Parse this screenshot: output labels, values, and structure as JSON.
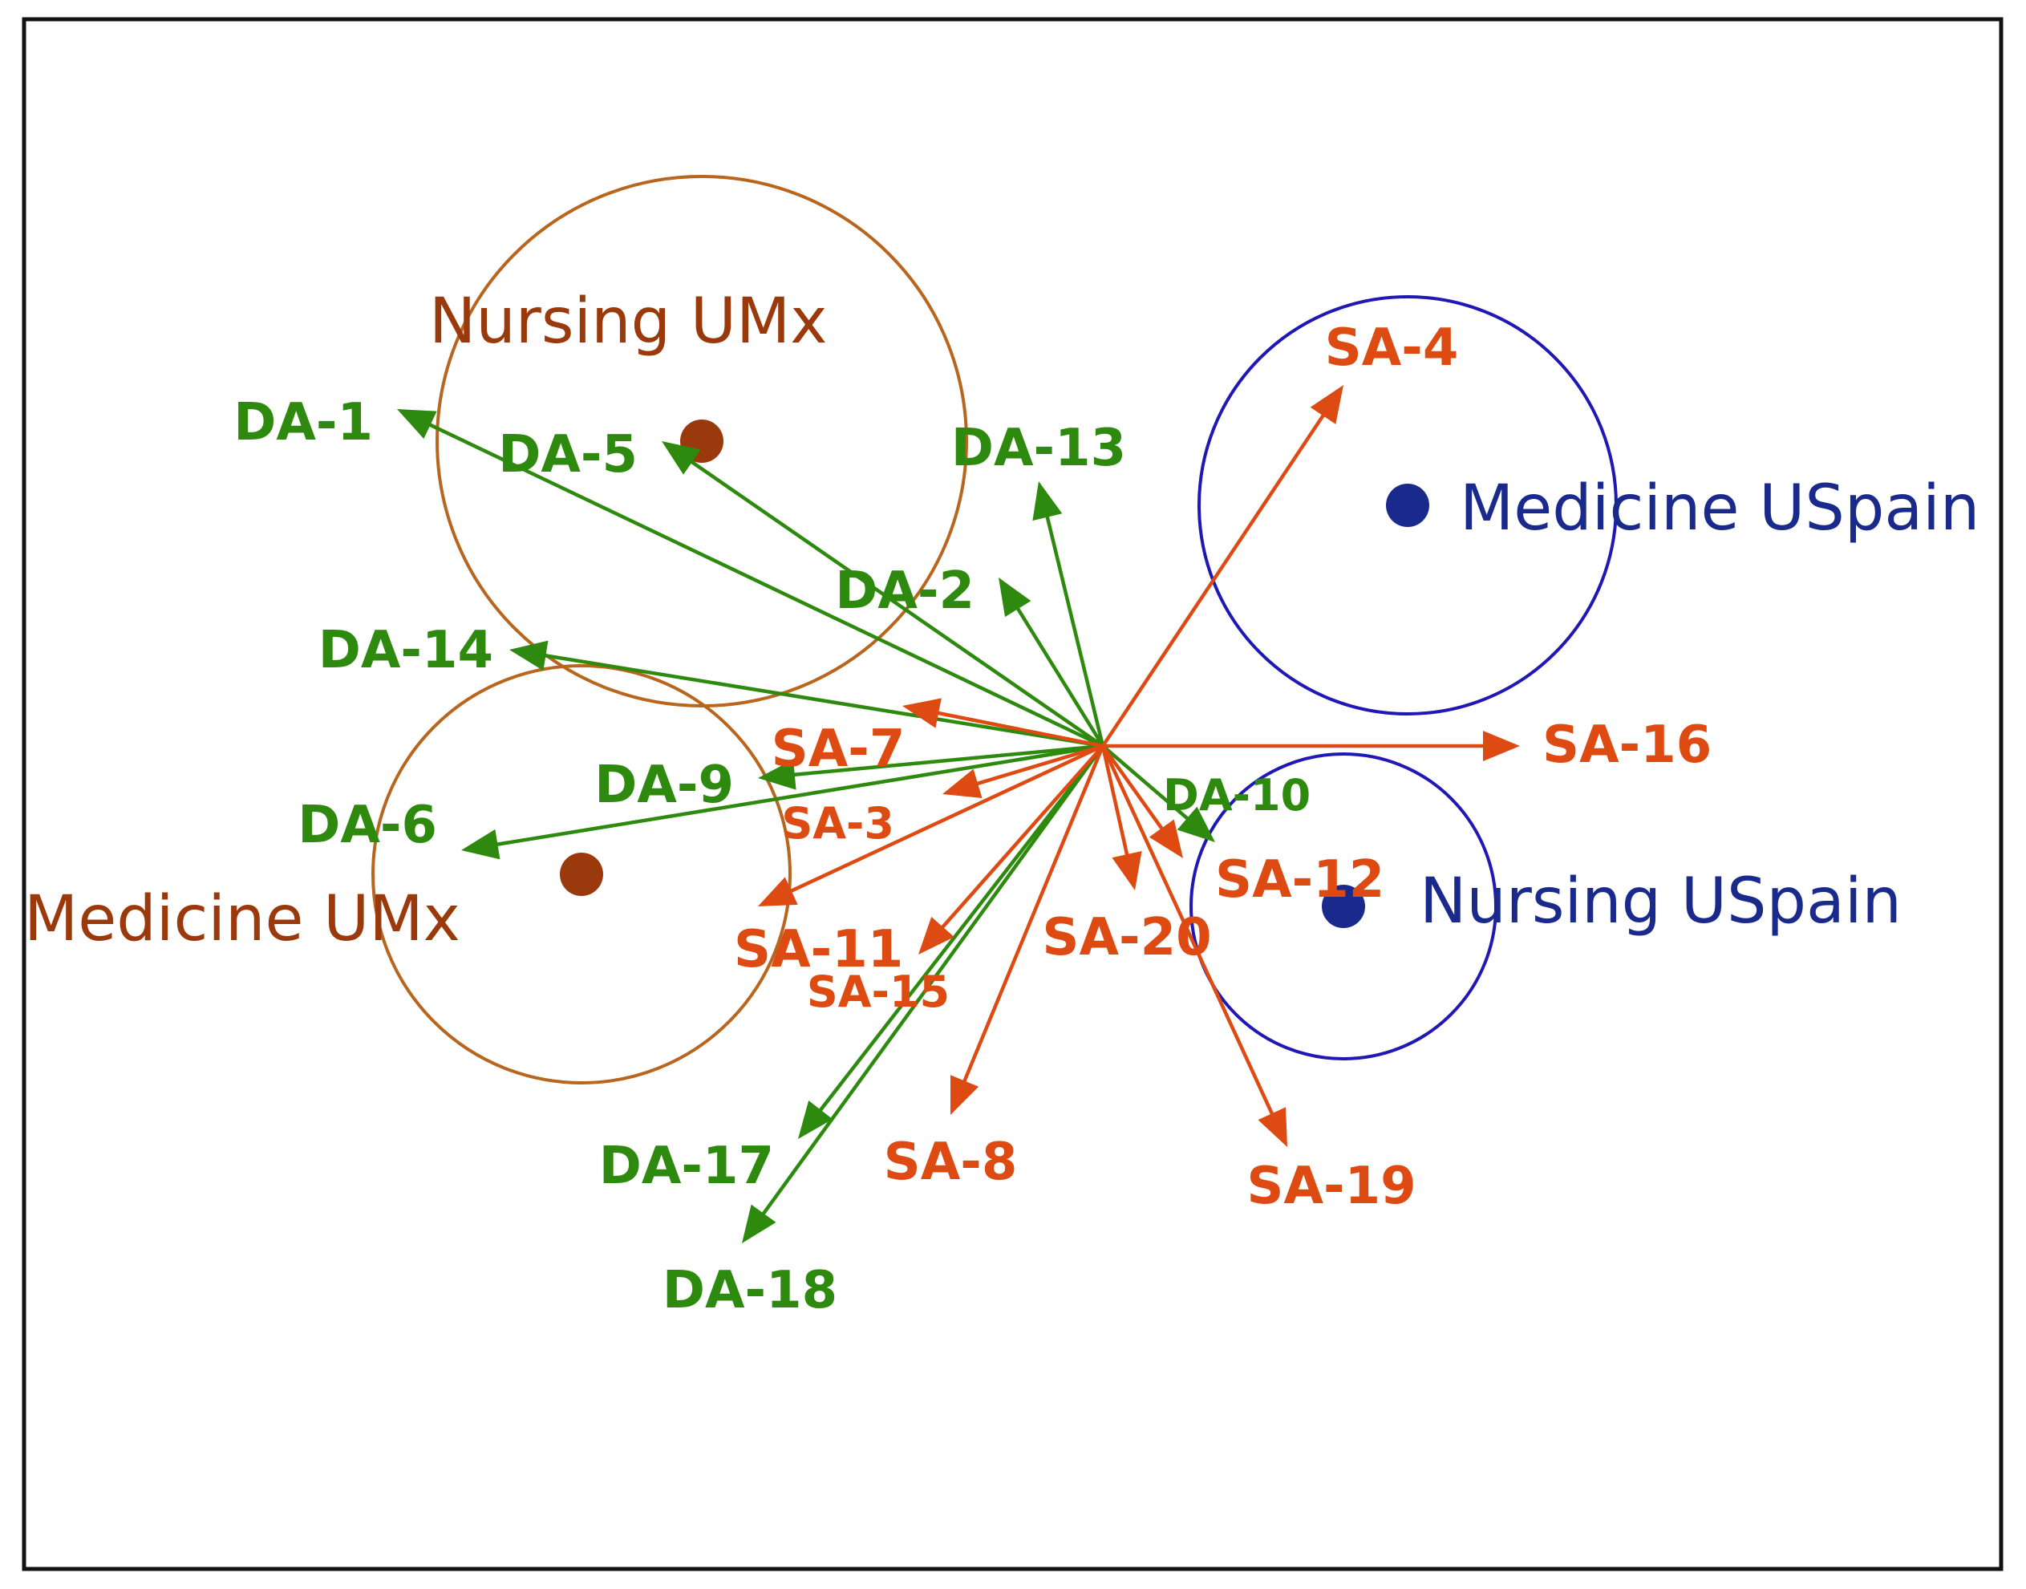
{
  "chart_data": {
    "type": "scatter",
    "title": "",
    "xlabel": "",
    "ylabel": "",
    "grid": false,
    "colors": {
      "DA": "#2e8a0e",
      "SA": "#dd4a12",
      "umx": "#9a3a0c",
      "umx_circle": "#b8651e",
      "uspain": "#1a2a8c",
      "uspain_circle": "#1f18b4"
    },
    "origin": {
      "x": 0,
      "y": 0
    },
    "series": [
      {
        "name": "DA",
        "vectors": [
          {
            "label": "DA-1",
            "x": -0.88,
            "y": 0.42
          },
          {
            "label": "DA-5",
            "x": -0.55,
            "y": 0.38
          },
          {
            "label": "DA-13",
            "x": -0.08,
            "y": 0.33
          },
          {
            "label": "DA-2",
            "x": -0.13,
            "y": 0.21
          },
          {
            "label": "DA-14",
            "x": -0.74,
            "y": 0.12
          },
          {
            "label": "DA-9",
            "x": -0.43,
            "y": -0.04
          },
          {
            "label": "DA-6",
            "x": -0.8,
            "y": -0.13
          },
          {
            "label": "DA-10",
            "x": 0.14,
            "y": -0.12
          },
          {
            "label": "DA-17",
            "x": -0.38,
            "y": -0.49
          },
          {
            "label": "DA-18",
            "x": -0.45,
            "y": -0.62
          }
        ]
      },
      {
        "name": "SA",
        "vectors": [
          {
            "label": "SA-4",
            "x": 0.3,
            "y": 0.45
          },
          {
            "label": "SA-16",
            "x": 0.52,
            "y": 0.0
          },
          {
            "label": "SA-7",
            "x": -0.25,
            "y": 0.05
          },
          {
            "label": "SA-3",
            "x": -0.2,
            "y": -0.06
          },
          {
            "label": "SA-11",
            "x": -0.43,
            "y": -0.2
          },
          {
            "label": "SA-15",
            "x": -0.23,
            "y": -0.26
          },
          {
            "label": "SA-20",
            "x": 0.04,
            "y": -0.18
          },
          {
            "label": "SA-12",
            "x": 0.1,
            "y": -0.14
          },
          {
            "label": "SA-8",
            "x": -0.19,
            "y": -0.46
          },
          {
            "label": "SA-19",
            "x": 0.23,
            "y": -0.5
          }
        ]
      }
    ],
    "groups": [
      {
        "label": "Nursing UMx",
        "x": -0.5,
        "y": 0.38,
        "radius": 0.33,
        "color": "umx"
      },
      {
        "label": "Medicine UMx",
        "x": -0.65,
        "y": -0.16,
        "radius": 0.26,
        "color": "umx"
      },
      {
        "label": "Medicine USpain",
        "x": 0.38,
        "y": 0.3,
        "radius": 0.26,
        "color": "uspain"
      },
      {
        "label": "Nursing USpain",
        "x": 0.3,
        "y": -0.2,
        "radius": 0.19,
        "color": "uspain"
      }
    ]
  }
}
